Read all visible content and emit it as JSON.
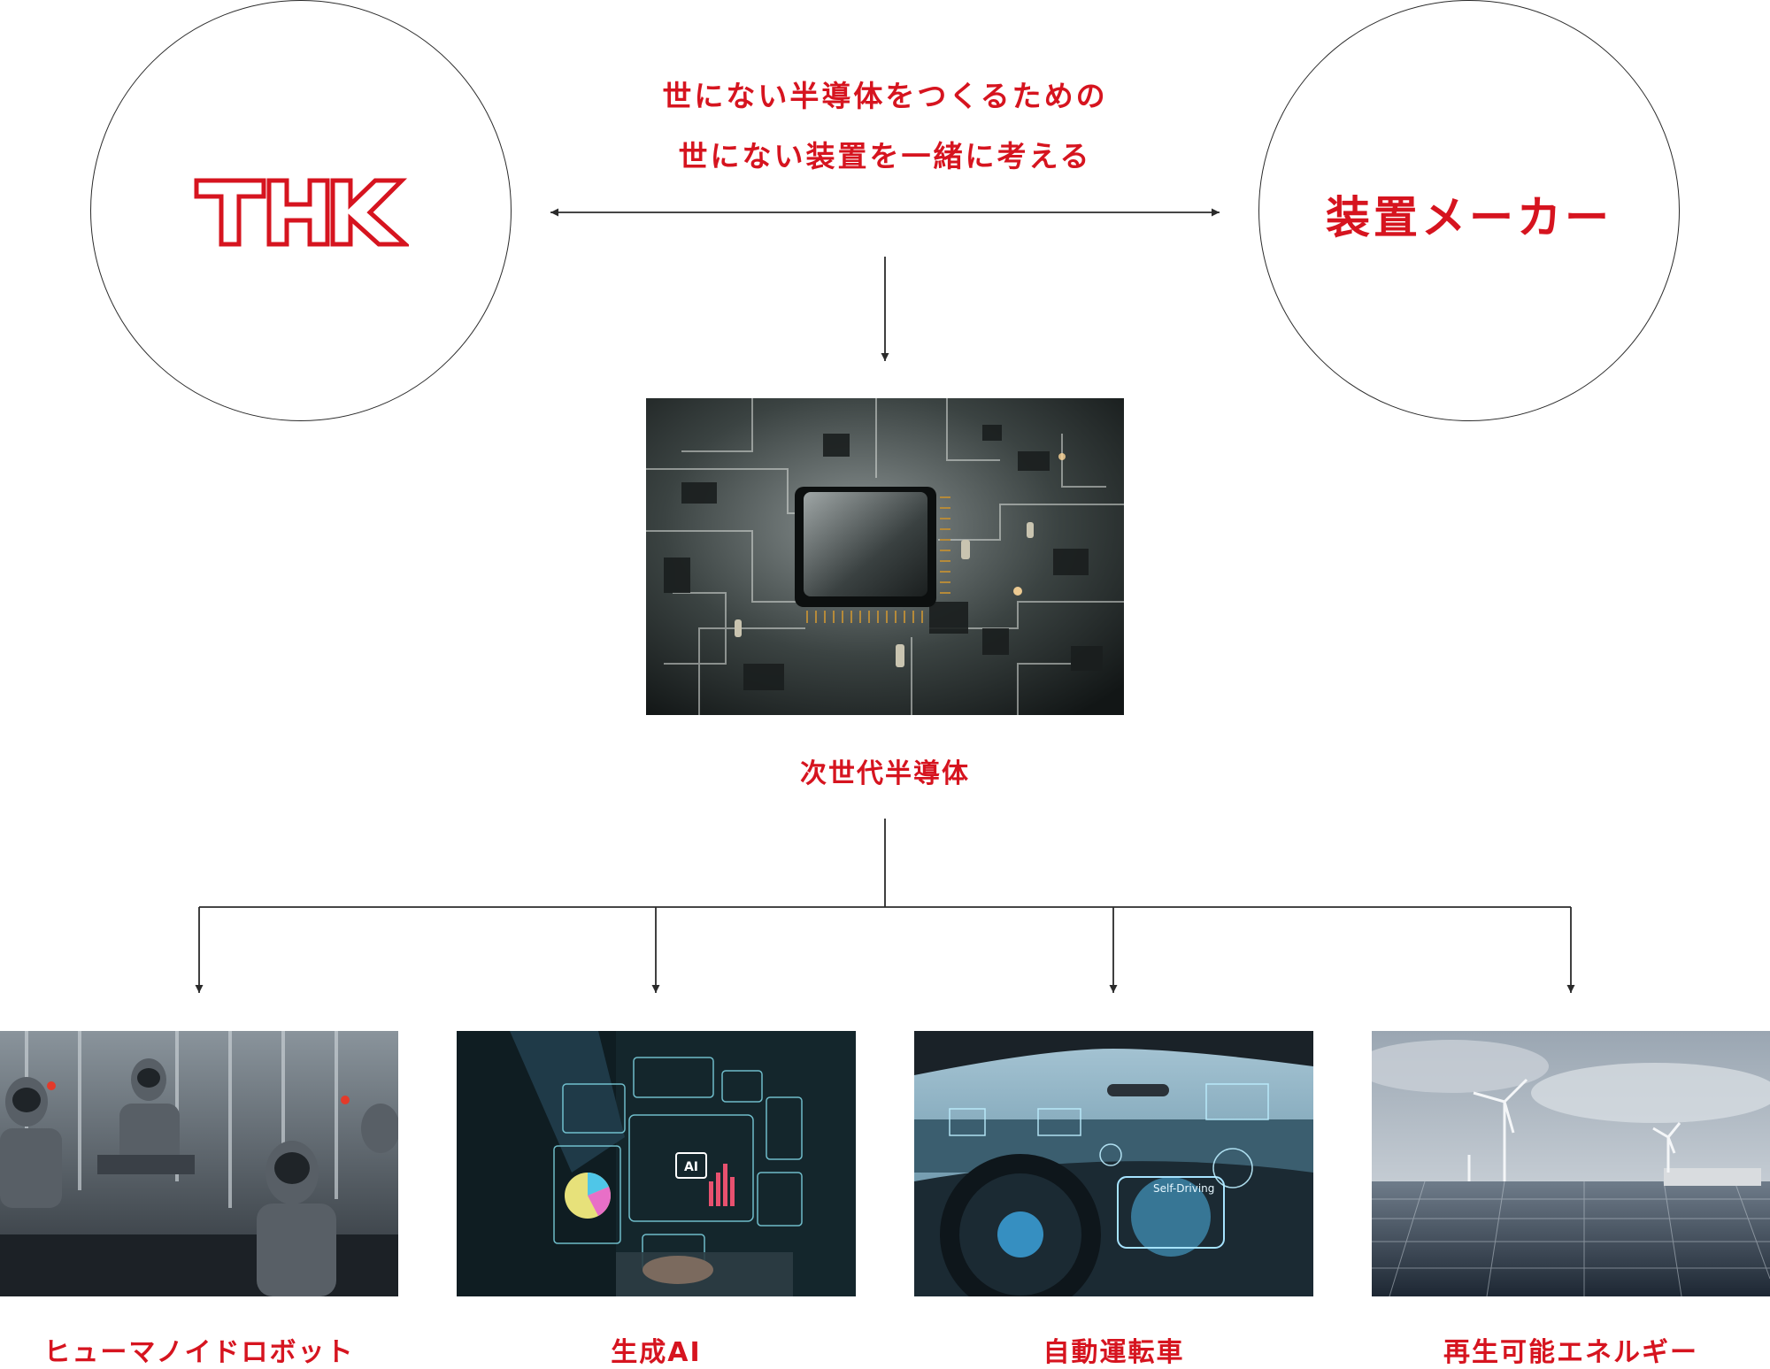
{
  "brand": {
    "logo_text": "THK",
    "color": "#d6141f"
  },
  "partner": {
    "label": "装置メーカー"
  },
  "tagline": {
    "line1": "世にない半導体をつくるための",
    "line2": "世にない装置を一緒に考える"
  },
  "center": {
    "label": "次世代半導体",
    "image": "semiconductor-chip-photo"
  },
  "applications": [
    {
      "label": "ヒューマノイドロボット",
      "image": "humanoid-robot-photo"
    },
    {
      "label": "生成AI",
      "image": "generative-ai-dashboard-photo"
    },
    {
      "label": "自動運転車",
      "image": "self-driving-car-cockpit-photo"
    },
    {
      "label": "再生可能エネルギー",
      "image": "wind-and-solar-farm-photo"
    }
  ],
  "colors": {
    "accent": "#d6141f",
    "line": "#2b2b2b"
  }
}
